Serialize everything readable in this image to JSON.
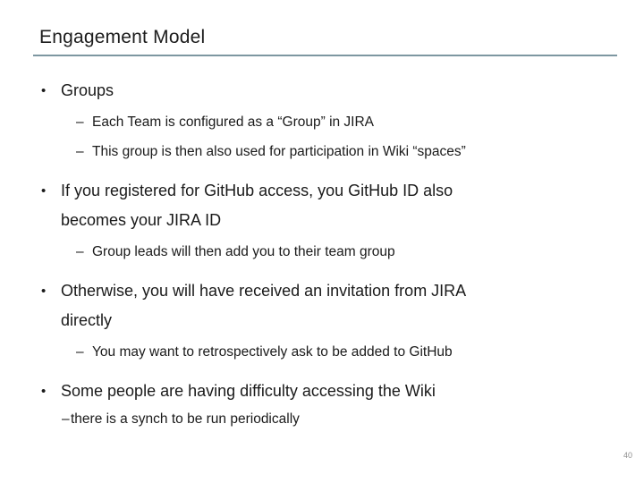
{
  "slide": {
    "title": "Engagement Model",
    "bullet_char": "•",
    "dash_char": "–",
    "divider_color": "#7d97a1",
    "page_number": "40",
    "items": [
      {
        "level": 1,
        "text": "Groups"
      },
      {
        "level": 2,
        "text": "Each Team is configured as a “Group” in JIRA"
      },
      {
        "level": 2,
        "text": "This group is then also used for participation in Wiki “spaces”"
      },
      {
        "level": 1,
        "text": "If you registered for GitHub access, you GitHub ID also becomes your JIRA ID"
      },
      {
        "level": 2,
        "text": "Group leads will then add you to their team group"
      },
      {
        "level": 1,
        "text": "Otherwise, you will have received an invitation from JIRA directly"
      },
      {
        "level": 2,
        "text": "You may want to retrospectively ask to be added to GitHub"
      },
      {
        "level": 1,
        "text": "Some people are having difficulty accessing the Wiki"
      },
      {
        "level": 2,
        "text": "there is a synch to be run periodically"
      }
    ]
  }
}
